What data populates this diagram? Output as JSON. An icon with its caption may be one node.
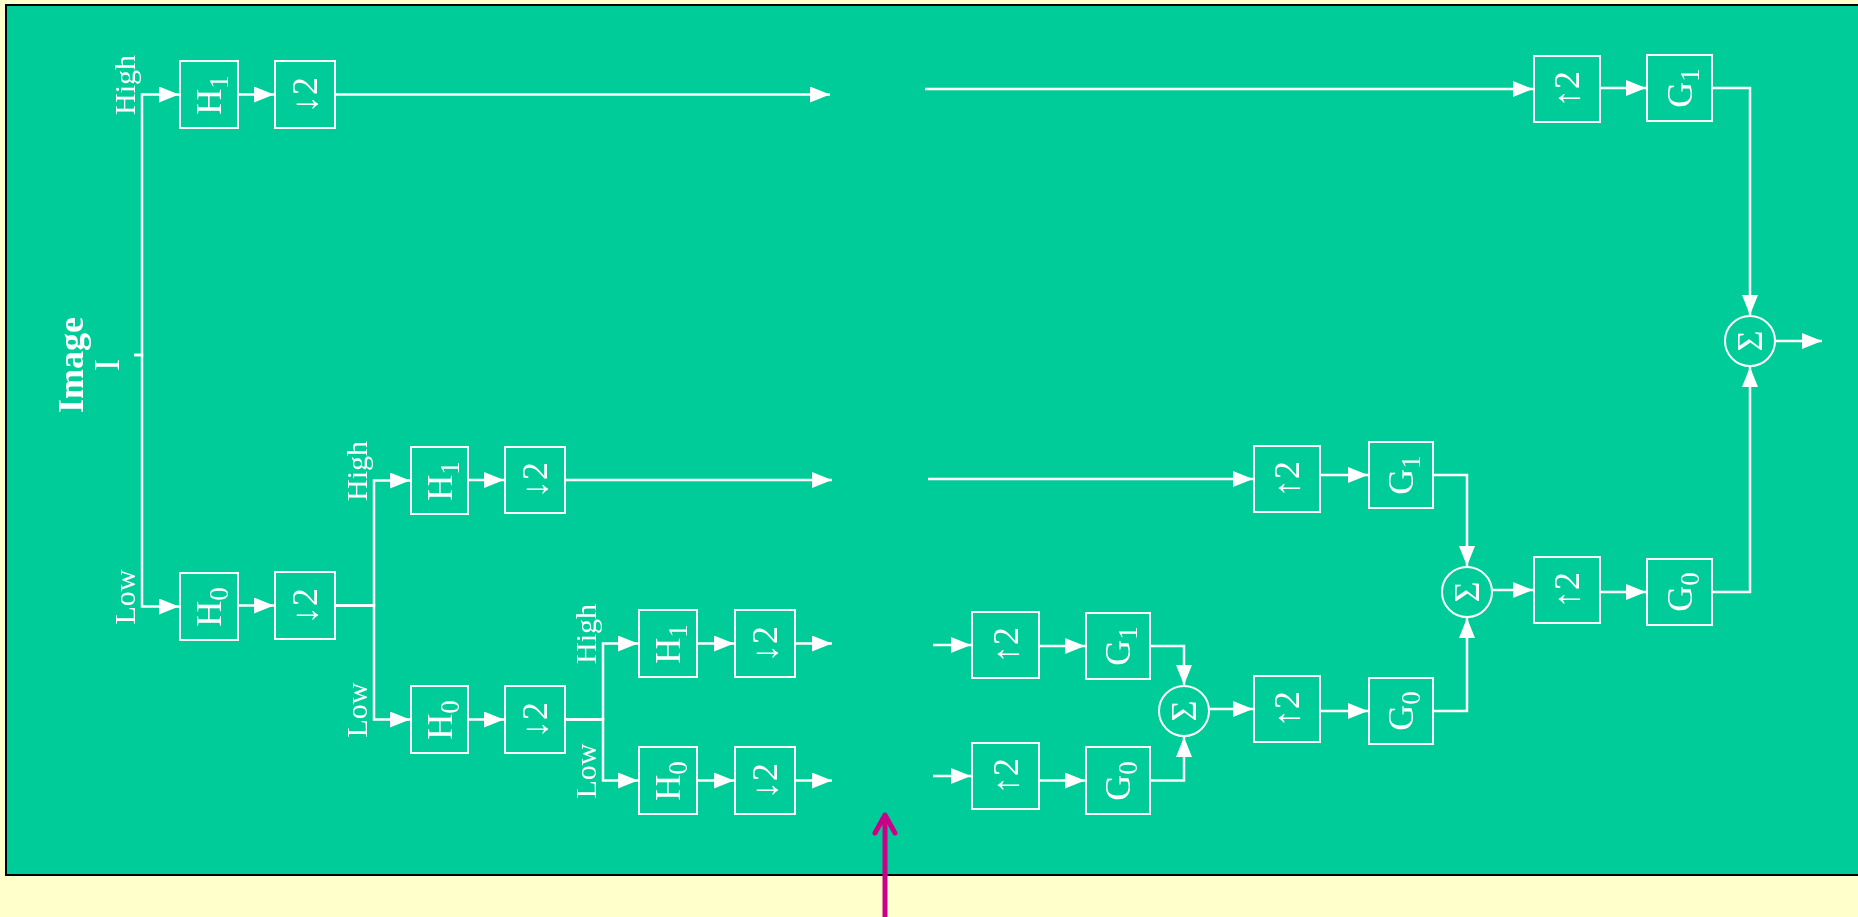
{
  "diagram": {
    "nodes": [
      {
        "text": [
          "Image",
          "I"
        ]
      },
      {
        "text": [
          "H$_{1}$"
        ]
      },
      {
        "text": [
          "↓2"
        ]
      },
      {
        "text": [
          "H$_{0}$"
        ]
      },
      {
        "text": [
          "↓2"
        ]
      },
      {
        "text": [
          "H$_{1}$"
        ]
      },
      {
        "text": [
          "↓2"
        ]
      },
      {
        "text": [
          "H$_{0}$"
        ]
      },
      {
        "text": [
          "↓2"
        ]
      },
      {
        "text": [
          "H$_{1}$"
        ]
      },
      {
        "text": [
          "↓2"
        ]
      },
      {
        "text": [
          "H$_{0}$"
        ]
      },
      {
        "text": [
          "↓2"
        ]
      },
      {
        "text": [
          "↑2"
        ]
      },
      {
        "text": [
          "G$_{1}$"
        ]
      },
      {
        "text": [
          "↑2"
        ]
      },
      {
        "text": [
          "G$_{1}$"
        ]
      },
      {
        "text": [
          "↑2"
        ]
      },
      {
        "text": [
          "G$_{1}$"
        ]
      },
      {
        "text": [
          "↑2"
        ]
      },
      {
        "text": [
          "G$_{0}$"
        ]
      },
      {
        "text": [
          "Σ"
        ]
      },
      {
        "text": [
          "↑2"
        ]
      },
      {
        "text": [
          "G$_{0}$"
        ]
      },
      {
        "text": [
          "Σ"
        ]
      },
      {
        "text": [
          "↑2"
        ]
      },
      {
        "text": [
          "G$_{0}$"
        ]
      },
      {
        "text": [
          "Σ"
        ]
      }
    ],
    "edges": [
      {
        "from": 0,
        "to": 1,
        "arrow": "to",
        "label": "High"
      },
      {
        "from": 0,
        "to": 3,
        "arrow": "to",
        "label": "Low"
      },
      {
        "from": 1,
        "to": 2,
        "arrow": "to"
      },
      {
        "from": 3,
        "to": 4,
        "arrow": "to"
      },
      {
        "from": 2,
        "to": null,
        "arrow": "to"
      },
      {
        "from": 4,
        "to": 5,
        "arrow": "to",
        "label": "High"
      },
      {
        "from": 4,
        "to": 7,
        "arrow": "to",
        "label": "Low"
      },
      {
        "from": 5,
        "to": 6,
        "arrow": "to"
      },
      {
        "from": 7,
        "to": 8,
        "arrow": "to"
      },
      {
        "from": 6,
        "to": null,
        "arrow": "to"
      },
      {
        "from": 8,
        "to": 9,
        "arrow": "to",
        "label": "High"
      },
      {
        "from": 8,
        "to": 11,
        "arrow": "to",
        "label": "Low"
      },
      {
        "from": 9,
        "to": 10,
        "arrow": "to"
      },
      {
        "from": 11,
        "to": 12,
        "arrow": "to"
      },
      {
        "from": 10,
        "to": null,
        "arrow": "to"
      },
      {
        "from": 12,
        "to": null,
        "arrow": "to"
      },
      {
        "from": null,
        "to": 13,
        "arrow": "to"
      },
      {
        "from": 13,
        "to": 14,
        "arrow": "to"
      },
      {
        "from": null,
        "to": 15,
        "arrow": "to"
      },
      {
        "from": 15,
        "to": 16,
        "arrow": "to"
      },
      {
        "from": null,
        "to": 17,
        "arrow": "to"
      },
      {
        "from": 17,
        "to": 18,
        "arrow": "to"
      },
      {
        "from": null,
        "to": 19,
        "arrow": "to"
      },
      {
        "from": 19,
        "to": 20,
        "arrow": "to"
      },
      {
        "from": 18,
        "to": 21,
        "arrow": "to"
      },
      {
        "from": 20,
        "to": 21,
        "arrow": "to"
      },
      {
        "from": 21,
        "to": 22,
        "arrow": "to"
      },
      {
        "from": 22,
        "to": 23,
        "arrow": "to"
      },
      {
        "from": 16,
        "to": 24,
        "arrow": "to"
      },
      {
        "from": 23,
        "to": 24,
        "arrow": "to"
      },
      {
        "from": 24,
        "to": 25,
        "arrow": "to"
      },
      {
        "from": 25,
        "to": 26,
        "arrow": "to"
      },
      {
        "from": 14,
        "to": 27,
        "arrow": "to"
      },
      {
        "from": 26,
        "to": 27,
        "arrow": "to"
      },
      {
        "from": 27,
        "to": null,
        "arrow": "to"
      }
    ]
  }
}
